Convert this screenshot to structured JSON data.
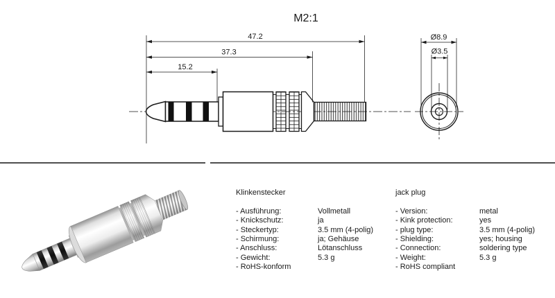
{
  "scale_label": "M2:1",
  "drawing": {
    "dim_overall": "47.2",
    "dim_body": "37.3",
    "dim_tip": "15.2",
    "dia_outer": "Ø8.9",
    "dia_plug": "Ø3.5"
  },
  "colors": {
    "line": "#1a1a1a",
    "divider": "#4e4e4e",
    "background": "#ffffff"
  },
  "specs_de": {
    "title": "Klinkenstecker",
    "items": [
      {
        "label": "- Ausführung:",
        "value": "Vollmetall"
      },
      {
        "label": "- Knickschutz:",
        "value": "ja"
      },
      {
        "label": "- Steckertyp:",
        "value": "3.5 mm (4-polig)"
      },
      {
        "label": "- Schirmung:",
        "value": "ja; Gehäuse"
      },
      {
        "label": "- Anschluss:",
        "value": "Lötanschluss"
      },
      {
        "label": "- Gewicht:",
        "value": "5.3 g"
      },
      {
        "label": "- RoHS-konform",
        "value": ""
      }
    ]
  },
  "specs_en": {
    "title": "jack plug",
    "items": [
      {
        "label": "- Version:",
        "value": "metal"
      },
      {
        "label": "- Kink protection:",
        "value": "yes"
      },
      {
        "label": "- plug type:",
        "value": "3.5 mm (4-polig)"
      },
      {
        "label": "- Shielding:",
        "value": "yes; housing"
      },
      {
        "label": "- Connection:",
        "value": "soldering type"
      },
      {
        "label": "- Weight:",
        "value": "5.3 g"
      },
      {
        "label": "- RoHS compliant",
        "value": ""
      }
    ]
  }
}
